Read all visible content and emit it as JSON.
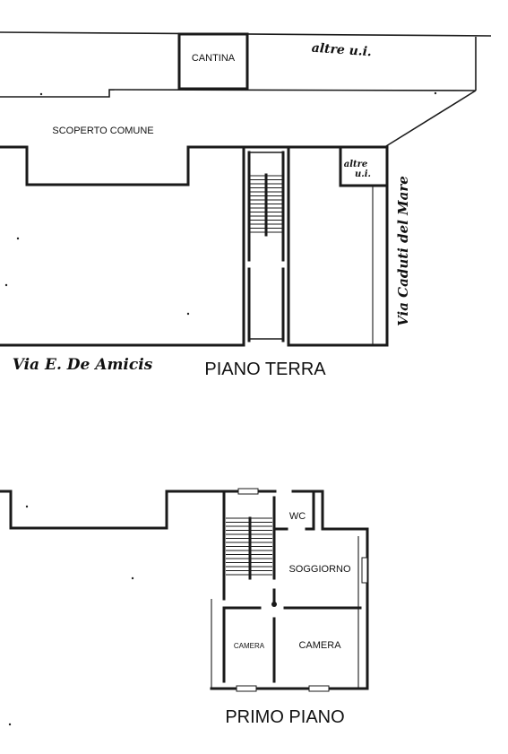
{
  "ground_floor": {
    "title": "PIANO TERRA",
    "rooms": {
      "cantina": "CANTINA",
      "scoperto_comune": "SCOPERTO COMUNE"
    },
    "handwritten": {
      "altre_ui_top": "altre u.i.",
      "altre_ui_small_1": "altre",
      "altre_ui_small_2": "u.i.",
      "street_south": "Via E. De Amicis",
      "street_east": "Via Caduti del Mare"
    }
  },
  "first_floor": {
    "title": "PRIMO PIANO",
    "rooms": {
      "wc": "WC",
      "soggiorno": "SOGGIORNO",
      "camera_small": "CAMERA",
      "camera": "CAMERA"
    }
  }
}
